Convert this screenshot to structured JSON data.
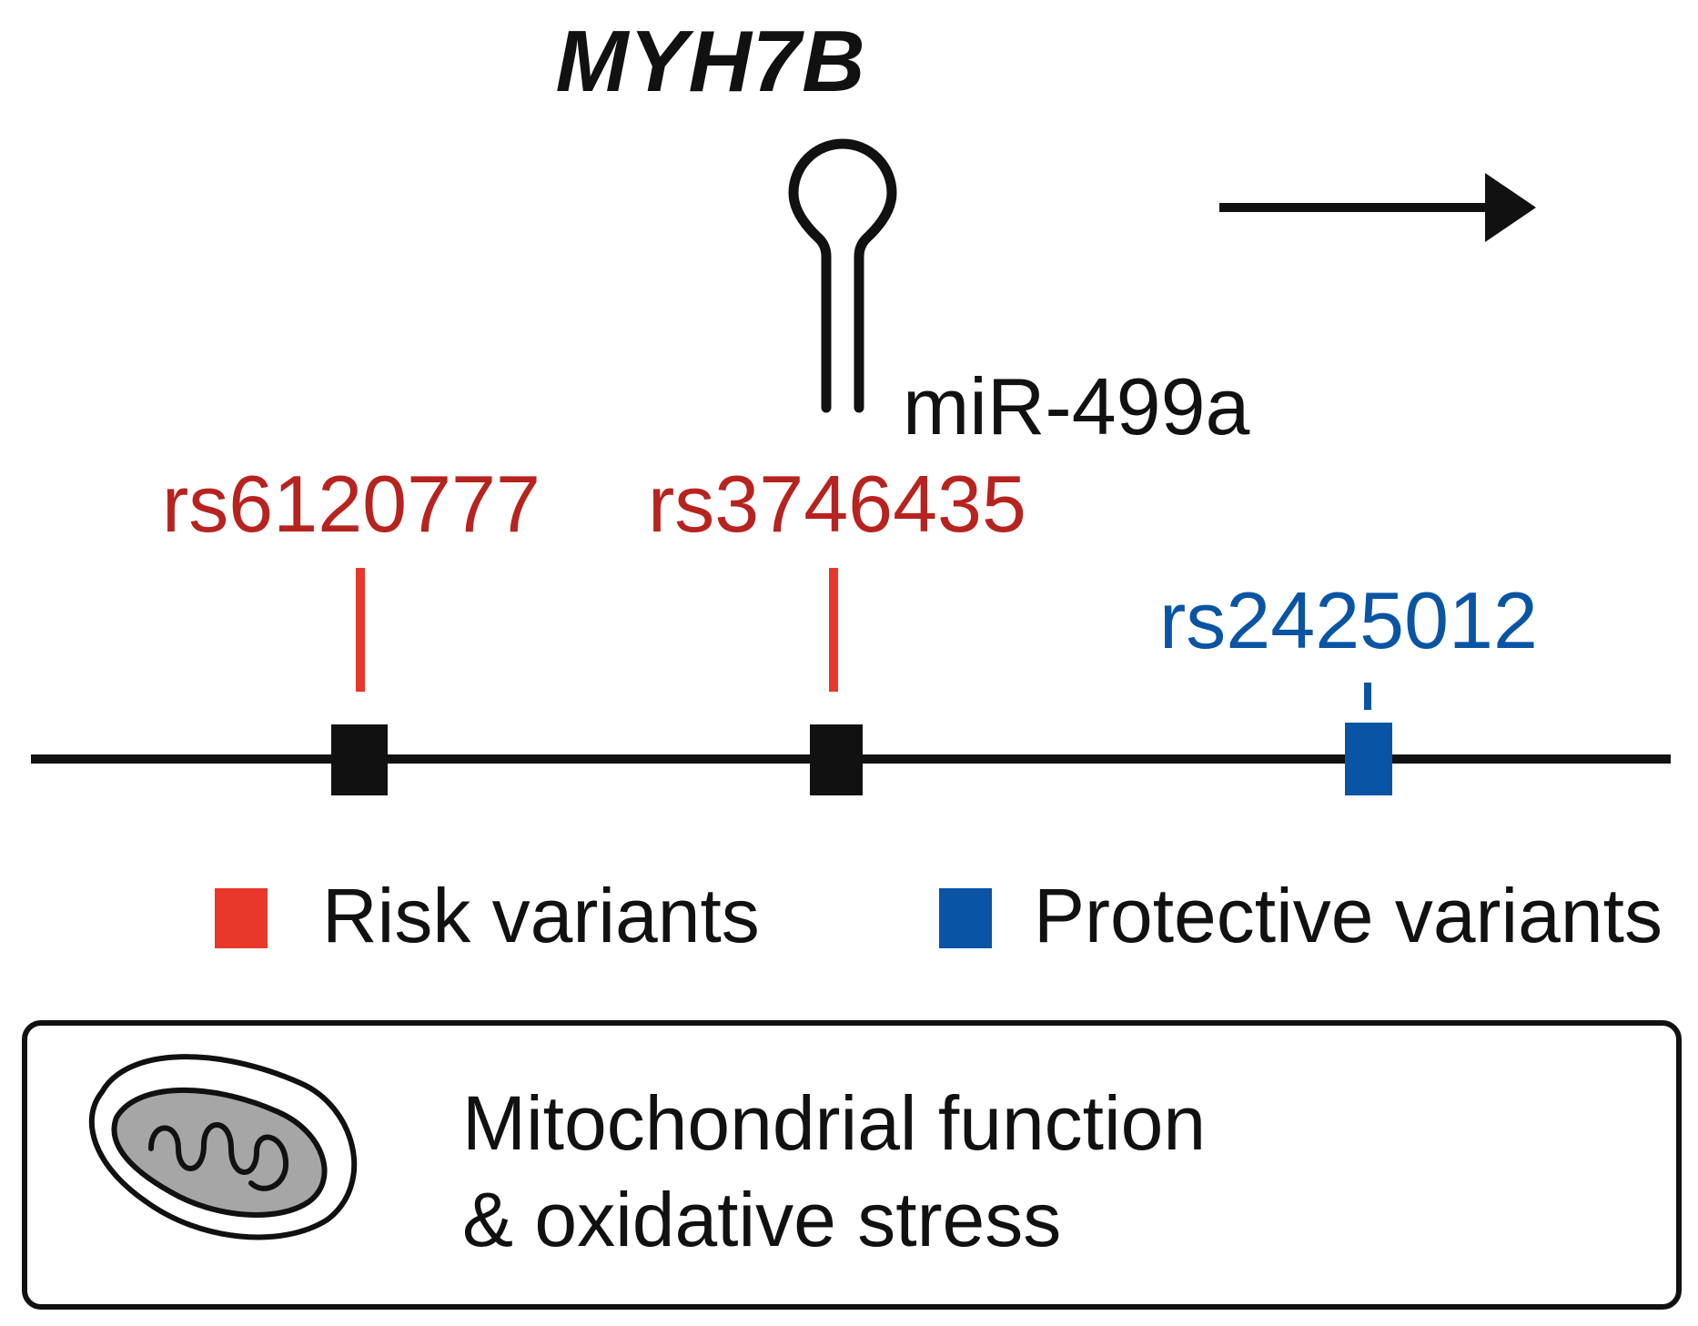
{
  "gene": {
    "title": "MYH7B",
    "mirna_label": "miR-499a"
  },
  "variants": [
    {
      "id": "rs6120777",
      "category": "risk"
    },
    {
      "id": "rs3746435",
      "category": "risk"
    },
    {
      "id": "rs2425012",
      "category": "protective"
    }
  ],
  "legend": {
    "risk_label": "Risk variants",
    "protective_label": "Protective variants"
  },
  "function_box": {
    "line1": "Mitochondrial function",
    "line2": "& oxidative stress",
    "icon": "mitochondrion-icon"
  },
  "colors": {
    "risk_text": "#b7231f",
    "risk_mark": "#e8372b",
    "protective": "#0a55a3",
    "ink": "#111111",
    "mito_fill": "#a6a6a6"
  }
}
